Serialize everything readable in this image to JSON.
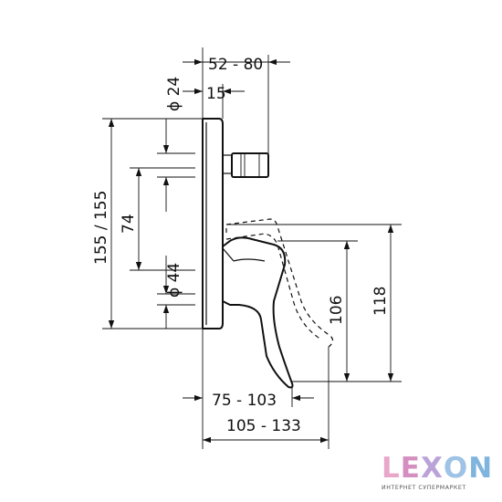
{
  "dimensions": {
    "d_52_80": "52 - 80",
    "d_phi24": "ϕ 24",
    "d_15": "15",
    "d_155": "155 / 155",
    "d_74": "74",
    "d_phi44": "ϕ 44",
    "d_106": "106",
    "d_118": "118",
    "d_75_103": "75 - 103",
    "d_105_133": "105 - 133"
  },
  "logo": {
    "letters": [
      "L",
      "E",
      "X",
      "O",
      "N"
    ],
    "letter_colors": [
      "#e8a6c8",
      "#d48fc0",
      "#b9a3d8",
      "#9ec3e6",
      "#7fb4de"
    ],
    "tagline": "ИНТЕРНЕТ СУПЕРМАРКЕТ"
  }
}
